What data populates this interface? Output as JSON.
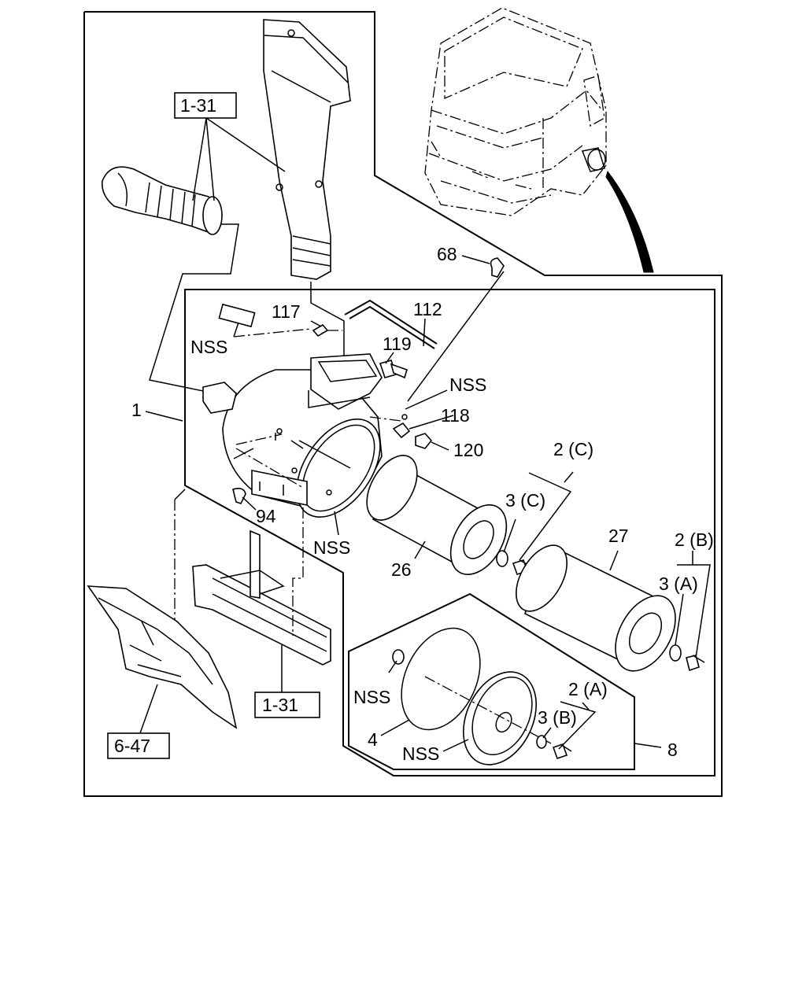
{
  "labels": {
    "ref_1_31_top": "1-31",
    "ref_1_31_bottom": "1-31",
    "ref_6_47": "6-47",
    "p68": "68",
    "p117": "117",
    "p112": "112",
    "p119": "119",
    "nss_top_left": "NSS",
    "nss_right": "NSS",
    "p118": "118",
    "p120": "120",
    "p1": "1",
    "p94": "94",
    "nss_bottom": "NSS",
    "p26": "26",
    "p2c": "2 (C)",
    "p3c": "3 (C)",
    "p27": "27",
    "p2b": "2 (B)",
    "p3a": "3 (A)",
    "nss_kit": "NSS",
    "p4": "4",
    "nss_kit2": "NSS",
    "p3b": "3 (B)",
    "p2a": "2 (A)",
    "p8": "8"
  }
}
